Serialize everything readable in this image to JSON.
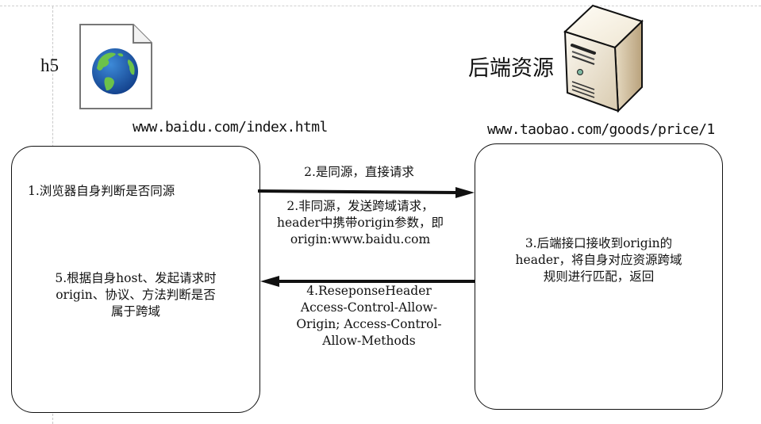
{
  "client": {
    "title": "h5",
    "url": "www.baidu.com/index.html",
    "icon": "web-page-globe-icon",
    "box": {
      "step1": "1.浏览器自身判断是否同源",
      "step5_lines": [
        "5.根据自身host、发起请求时",
        "origin、协议、方法判断是否",
        "属于跨域"
      ]
    }
  },
  "server": {
    "title": "后端资源",
    "url": "www.taobao.com/goods/price/1",
    "icon": "server-tower-icon",
    "box": {
      "step3_lines": [
        "3.后端接口接收到origin的",
        "header，将自身对应资源跨域",
        "规则进行匹配，返回"
      ]
    }
  },
  "arrows": {
    "request": {
      "direction": "right",
      "label_above": "2.是同源，直接请求",
      "label_below_lines": [
        "2.非同源，发送跨域请求，",
        "header中携带origin参数，即",
        "origin:www.baidu.com"
      ]
    },
    "response": {
      "direction": "left",
      "label_below_lines": [
        "4.ReseponseHeader",
        "Access-Control-Allow-",
        "Origin; Access-Control-",
        "Allow-Methods"
      ]
    }
  },
  "colors": {
    "stroke": "#111111",
    "guide": "#d0d0d0",
    "globe_ocean": "#1f5fb0",
    "globe_land": "#6cc24a",
    "server_body": "#e8dcc4"
  }
}
